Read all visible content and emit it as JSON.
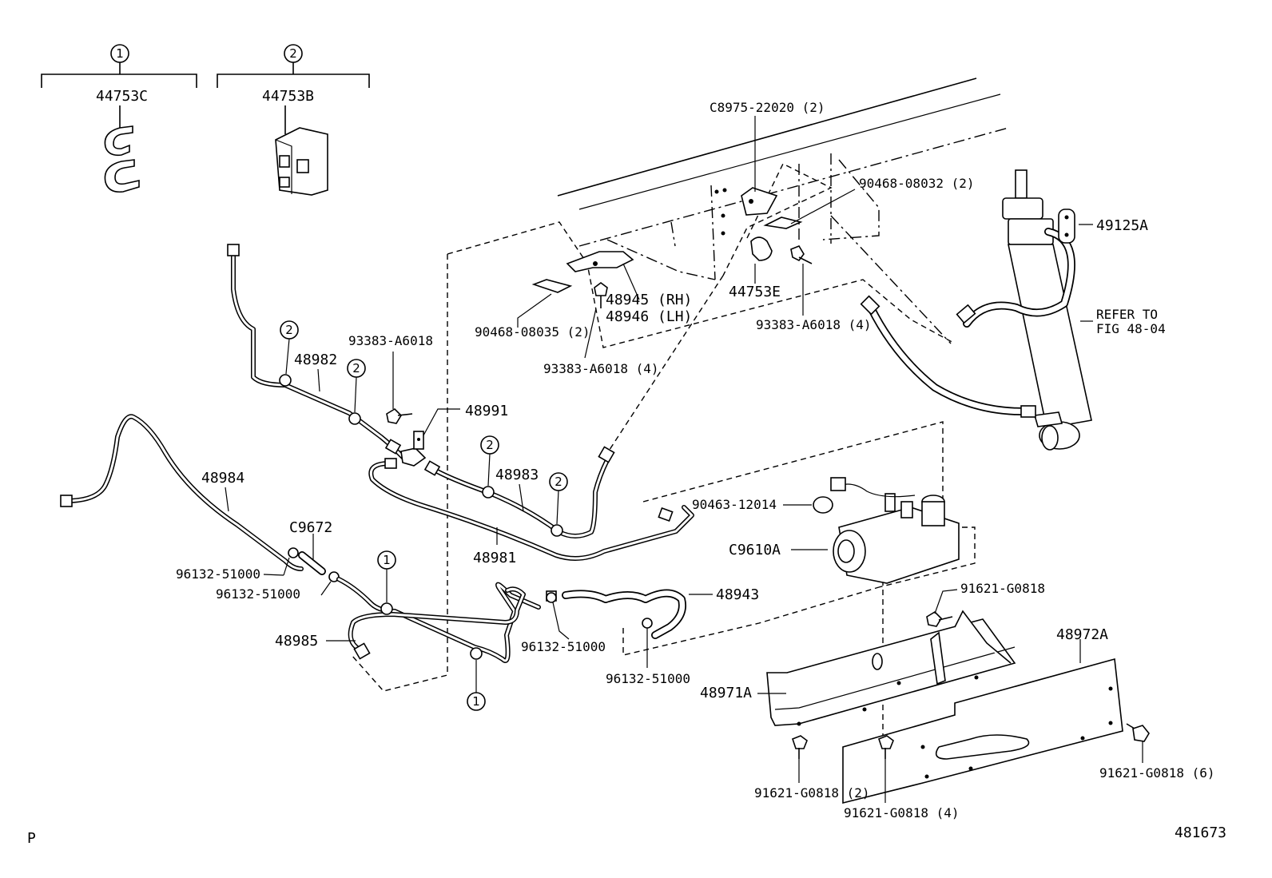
{
  "diagram": {
    "figure_number": "481673",
    "corner_mark": "P",
    "groups": [
      {
        "number": "1",
        "part": "44753C"
      },
      {
        "number": "2",
        "part": "44753B"
      }
    ],
    "labels": {
      "p44753C": "44753C",
      "p44753B": "44753B",
      "c8975": "C8975-22020 (2)",
      "p90468_08032": "90468-08032 (2)",
      "p49125A": "49125A",
      "p48945": "48945 (RH)",
      "p48946": "48946 (LH)",
      "p44753E": "44753E",
      "p90468_08035": "90468-08035 (2)",
      "p93383_mid": "93383-A6018 (4)",
      "p93383_right": "93383-A6018 (4)",
      "refer_to": "REFER TO",
      "fig": "FIG 48-04",
      "p48982": "48982",
      "p93383_left": "93383-A6018",
      "p48991": "48991",
      "p48984": "48984",
      "p48983": "48983",
      "p48981": "48981",
      "p90463": "90463-12014",
      "p9610A": "C9610A",
      "pC9672": "C9672",
      "p96132_a": "96132-51000",
      "p96132_b": "96132-51000",
      "p96132_c": "96132-51000",
      "p96132_d": "96132-51000",
      "p48943": "48943",
      "p48985": "48985",
      "p91621_top": "91621-G0818",
      "p48972A": "48972A",
      "p48971A": "48971A",
      "p91621_2": "91621-G0818 (2)",
      "p91621_4": "91621-G0818 (4)",
      "p91621_6": "91621-G0818 (6)"
    },
    "callouts": [
      "1",
      "2"
    ]
  }
}
